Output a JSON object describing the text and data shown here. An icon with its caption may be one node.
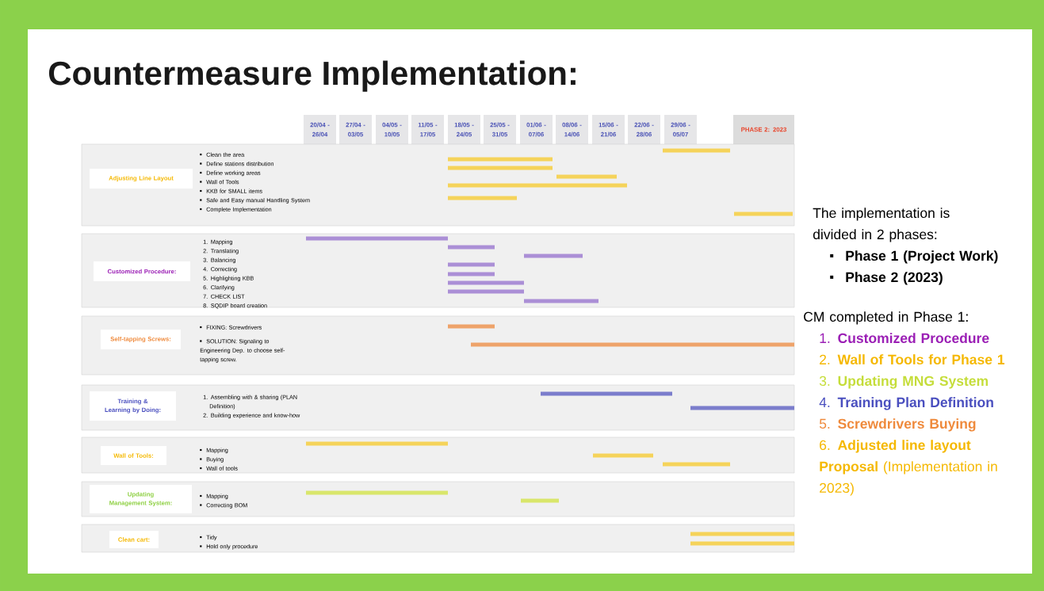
{
  "diagram": {
    "title": "Countermeasure Implementation:",
    "nodes": [
      {
        "text": [
          "20/04 - 26/04"
        ]
      },
      {
        "text": [
          "27/04 - 03/05"
        ]
      },
      {
        "text": [
          "04/05 - 10/05"
        ]
      },
      {
        "text": [
          "11/05 - 17/05"
        ]
      },
      {
        "text": [
          "18/05 - 24/05"
        ]
      },
      {
        "text": [
          "25/05 - 31/05"
        ]
      },
      {
        "text": [
          "01/06 - 07/06"
        ]
      },
      {
        "text": [
          "08/06 - 14/06"
        ]
      },
      {
        "text": [
          "15/06 - 21/06"
        ]
      },
      {
        "text": [
          "22/06 - 28/06"
        ]
      },
      {
        "text": [
          "29/06 - 05/07"
        ]
      },
      {
        "text": [
          "PHASE 2: 2023"
        ]
      },
      {
        "text": [
          "Clean the area",
          "Define stations distribution",
          "Define working areas",
          "Wall of Tools",
          "KKB for SMALL items",
          "Safe and Easy manual Handling System",
          "Complete Implementation"
        ]
      },
      {
        "text": [
          "Adjusting Line Layout"
        ],
        "in": 12
      },
      {
        "text": [],
        "shape": "bar",
        "in": 12
      },
      {
        "text": [],
        "shape": "bar",
        "in": 12
      },
      {
        "text": [],
        "shape": "bar",
        "in": 12
      },
      {
        "text": [],
        "shape": "bar",
        "in": 12
      },
      {
        "text": [],
        "shape": "bar",
        "in": 12
      },
      {
        "text": [],
        "shape": "bar",
        "in": 12
      },
      {
        "text": [],
        "shape": "bar",
        "in": 12
      },
      {
        "text": [
          "1. Mapping",
          "2. Translating",
          "3. Balancing",
          "4. Correcting",
          "5. Highlighting KBB",
          "6. Clarifying",
          "7. CHECK LIST",
          "8. SQDIP board creation"
        ]
      },
      {
        "text": [
          "Customized Procedure:"
        ],
        "in": 21
      },
      {
        "text": [],
        "shape": "bar",
        "in": 21
      },
      {
        "text": [],
        "shape": "bar",
        "in": 21
      },
      {
        "text": [],
        "shape": "bar",
        "in": 21
      },
      {
        "text": [],
        "shape": "bar",
        "in": 21
      },
      {
        "text": [],
        "shape": "bar",
        "in": 21
      },
      {
        "text": [],
        "shape": "bar",
        "in": 21
      },
      {
        "text": [],
        "shape": "bar",
        "in": 21
      },
      {
        "text": [],
        "shape": "bar",
        "in": 21
      },
      {
        "text": [
          "FIXING: Screwdrivers",
          "SOLUTION: Signaling to Engineering Dep. to choose self-tapping screw."
        ]
      },
      {
        "text": [
          "Self-tapping Screws:"
        ],
        "in": 31
      },
      {
        "text": [],
        "shape": "bar",
        "in": 31
      },
      {
        "text": [],
        "shape": "bar",
        "in": 31
      },
      {
        "text": [
          "1. Assembling with & sharing (PLAN Definition)",
          "2. Building experience and know-how"
        ]
      },
      {
        "text": [
          "Training & Learning by Doing:"
        ],
        "in": 35
      },
      {
        "text": [],
        "shape": "bar",
        "in": 35
      },
      {
        "text": [],
        "shape": "bar",
        "in": 35
      },
      {
        "text": [
          "Mapping",
          "Buying",
          "Wall of tools"
        ]
      },
      {
        "text": [
          "Wall of Tools:"
        ],
        "in": 39
      },
      {
        "text": [],
        "shape": "bar",
        "in": 39
      },
      {
        "text": [],
        "shape": "bar",
        "in": 39
      },
      {
        "text": [],
        "shape": "bar",
        "in": 39
      },
      {
        "text": [
          "Mapping",
          "Correcting BOM"
        ]
      },
      {
        "text": [
          "Updating Management System:"
        ],
        "in": 44
      },
      {
        "text": [],
        "shape": "bar",
        "in": 44
      },
      {
        "text": [],
        "shape": "bar",
        "in": 44
      },
      {
        "text": [
          "Tidy",
          "Hold only procedure"
        ]
      },
      {
        "text": [
          "Clean cart:"
        ],
        "in": 48
      },
      {
        "text": [],
        "shape": "bar",
        "in": 48
      },
      {
        "text": [],
        "shape": "bar",
        "in": 48
      }
    ],
    "labels": [
      "The implementation is divided in 2 phases:",
      "Phase 1 (Project Work)",
      "Phase 2 (2023)",
      "CM completed in Phase 1:",
      "1. **Customized Procedure**",
      "2. **Wall of Tools for Phase 1**",
      "3. **Updating MNG System**",
      "4. **Training Plan Definition**",
      "5. **Screwdrivers Buying**",
      "6. **Adjusted line layout Proposal** (Implementation in 2023)"
    ]
  }
}
